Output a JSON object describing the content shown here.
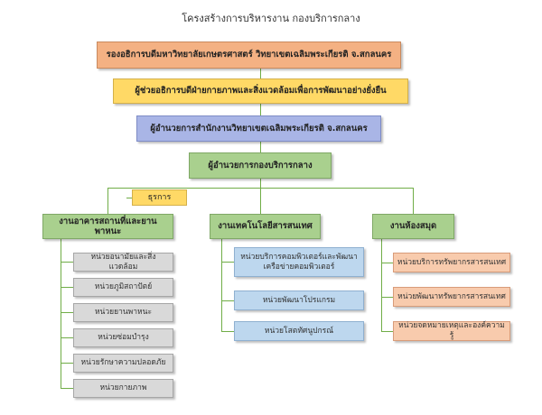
{
  "title": "โครงสร้างการบริหารงาน กองบริการกลาง",
  "hierarchy": [
    "รองอธิการบดีมหาวิทยาลัยเกษตรศาสตร์ วิทยาเขตเฉลิมพระเกียรติ จ.สกลนคร",
    "ผู้ช่วยอธิการบดีฝ่ายกายภาพและสิ่งแวดล้อมเพื่อการพัฒนาอย่างยั่งยืน",
    "ผู้อำนวยการสำนักงานวิทยาเขตเฉลิมพระเกียรติ จ.สกลนคร",
    "ผู้อำนวยการกองบริการกลาง"
  ],
  "admin_unit": "ธุรการ",
  "departments": [
    {
      "name": "งานอาคารสถานที่และยานพาหนะ",
      "units": [
        "หน่วยอนามัยและสิ่งแวดล้อม",
        "หน่วยภูมิสถาปัตย์",
        "หน่วยยานพาหนะ",
        "หน่วยซ่อมบำรุง",
        "หน่วยรักษาความปลอดภัย",
        "หน่วยกายภาพ"
      ]
    },
    {
      "name": "งานเทคโนโลยีสารสนเทศ",
      "units": [
        "หน่วยบริการคอมพิวเตอร์และพัฒนาเครือข่ายคอมพิวเตอร์",
        "หน่วยพัฒนาโปรแกรม",
        "หน่วยโสตทัศนูปกรณ์"
      ]
    },
    {
      "name": "งานห้องสมุด",
      "units": [
        "หน่วยบริการทรัพยากรสารสนเทศ",
        "หน่วยพัฒนาทรัพยากรสารสนเทศ",
        "หน่วยจดหมายเหตุและองค์ความรู้"
      ]
    }
  ],
  "colors": {
    "connector": "#70ad47",
    "level1": "#f4b183",
    "level2": "#ffd966",
    "level3": "#a9b5e6",
    "level4": "#a9d08e",
    "unit_building": "#d9d9d9",
    "unit_it": "#bdd7ee",
    "unit_library": "#f8cbad"
  }
}
